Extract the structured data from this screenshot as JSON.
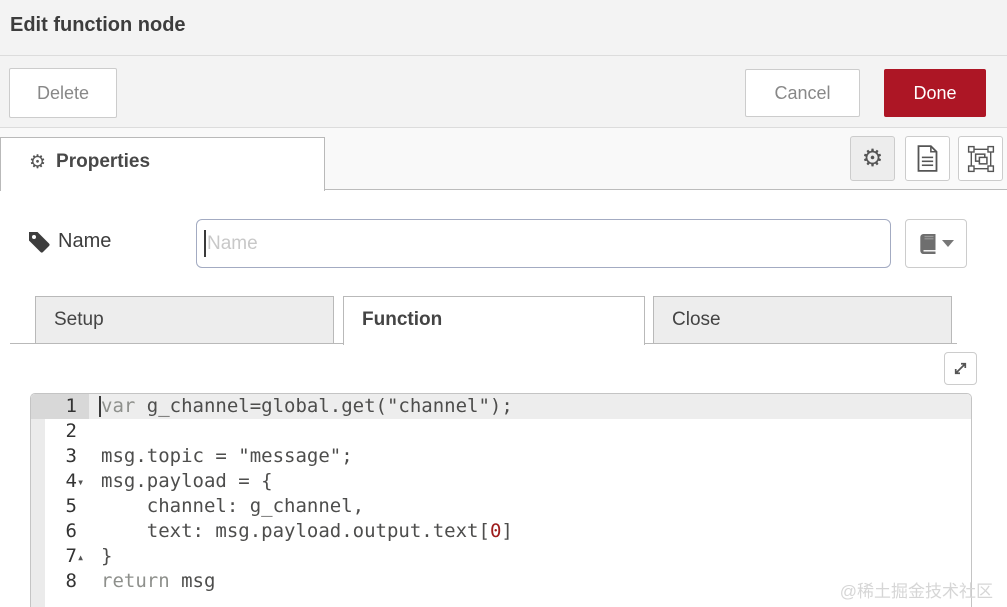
{
  "dialog": {
    "title": "Edit function node",
    "watermark": "@稀土掘金技术社区"
  },
  "header_buttons": {
    "delete": "Delete",
    "cancel": "Cancel",
    "done": "Done"
  },
  "editor_tabs": {
    "properties": {
      "label": "Properties",
      "icon": "gear-icon"
    },
    "toolbar": [
      {
        "name": "properties",
        "icon": "gear-icon",
        "selected": true
      },
      {
        "name": "description",
        "icon": "document-icon",
        "selected": false
      },
      {
        "name": "appearance",
        "icon": "appearance-icon",
        "selected": false
      }
    ]
  },
  "name_field": {
    "label": "Name",
    "icon": "tag-icon",
    "value": "",
    "placeholder": "Name",
    "library_button_icon": "book-icon"
  },
  "function_tabs": [
    {
      "label": "Setup",
      "active": false
    },
    {
      "label": "Function",
      "active": true
    },
    {
      "label": "Close",
      "active": false
    }
  ],
  "code_editor": {
    "expand_icon": "expand-icon",
    "active_line": 1,
    "language": "javascript",
    "lines": [
      {
        "num": 1,
        "fold": null,
        "tokens": [
          {
            "c": "kw",
            "t": "var"
          },
          {
            "c": "pl",
            "t": " g_channel=global.get(\"channel\");"
          }
        ]
      },
      {
        "num": 2,
        "fold": null,
        "tokens": []
      },
      {
        "num": 3,
        "fold": null,
        "tokens": [
          {
            "c": "pl",
            "t": "msg.topic = \"message\";"
          }
        ]
      },
      {
        "num": 4,
        "fold": "open",
        "tokens": [
          {
            "c": "pl",
            "t": "msg.payload = {"
          }
        ]
      },
      {
        "num": 5,
        "fold": null,
        "tokens": [
          {
            "c": "pl",
            "t": "    channel: g_channel,"
          }
        ]
      },
      {
        "num": 6,
        "fold": null,
        "tokens": [
          {
            "c": "pl",
            "t": "    text: msg.payload.output.text["
          },
          {
            "c": "num",
            "t": "0"
          },
          {
            "c": "pl",
            "t": "]"
          }
        ]
      },
      {
        "num": 7,
        "fold": "close",
        "tokens": [
          {
            "c": "pl",
            "t": "}"
          }
        ]
      },
      {
        "num": 8,
        "fold": null,
        "tokens": [
          {
            "c": "kw",
            "t": "return"
          },
          {
            "c": "pl",
            "t": " msg"
          }
        ]
      }
    ]
  },
  "colors": {
    "accent_red": "#AD1625",
    "keyword_gray": "#8e908c",
    "number_red": "#9e1c1c",
    "header_bg": "#f3f3f3"
  }
}
